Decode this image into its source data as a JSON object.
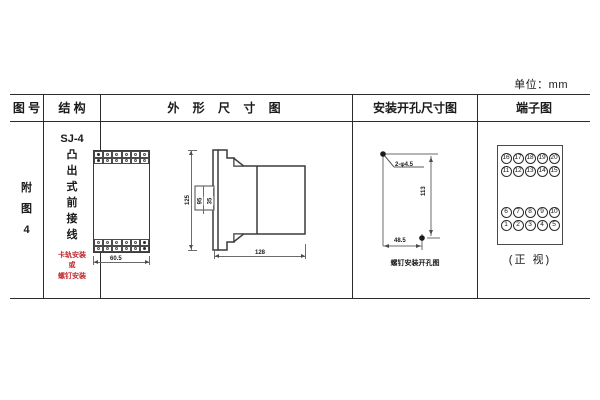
{
  "unit_label": "单位：mm",
  "table": {
    "headers": [
      {
        "key": "tuhao",
        "label": "图 号"
      },
      {
        "key": "jiegou",
        "label": "结 构"
      },
      {
        "key": "waixing",
        "label": "外 形 尺 寸 图"
      },
      {
        "key": "anzhuang",
        "label": "安装开孔尺寸图"
      },
      {
        "key": "duanzi",
        "label": "端子图"
      }
    ]
  },
  "row": {
    "figure_number": "附 图 4",
    "figure_number_chars": [
      "附",
      "图",
      "4"
    ],
    "model": "SJ-4",
    "structure_text": "凸出式前接线",
    "structure_chars": [
      "凸",
      "出",
      "式",
      "前",
      "接",
      "线"
    ],
    "mounting_note": "卡轨安装\n或\n螺钉安装",
    "mounting_note_lines": [
      "卡轨安装",
      "或",
      "螺钉安装"
    ]
  },
  "outline_drawing": {
    "front_width_dim": "60.5",
    "side_height_dim": "125",
    "side_inner_dim_1": "95",
    "side_inner_dim_2": "35",
    "side_depth_dim": "128"
  },
  "mounting_hole_drawing": {
    "hole_spec": "2-φ4.5",
    "vertical_dim": "113",
    "horizontal_dim": "48.5",
    "caption": "螺钉安装开孔图"
  },
  "terminal_diagram": {
    "rows": [
      [
        "16",
        "17",
        "18",
        "19",
        "20"
      ],
      [
        "11",
        "12",
        "13",
        "14",
        "15"
      ],
      [
        "6",
        "7",
        "8",
        "9",
        "10"
      ],
      [
        "1",
        "2",
        "3",
        "4",
        "5"
      ]
    ],
    "caption": "(正 视)"
  },
  "colors": {
    "line": "#2b2b2b",
    "dim_line": "#6b6b6b",
    "red_note": "#c1272d",
    "background": "#ffffff"
  }
}
